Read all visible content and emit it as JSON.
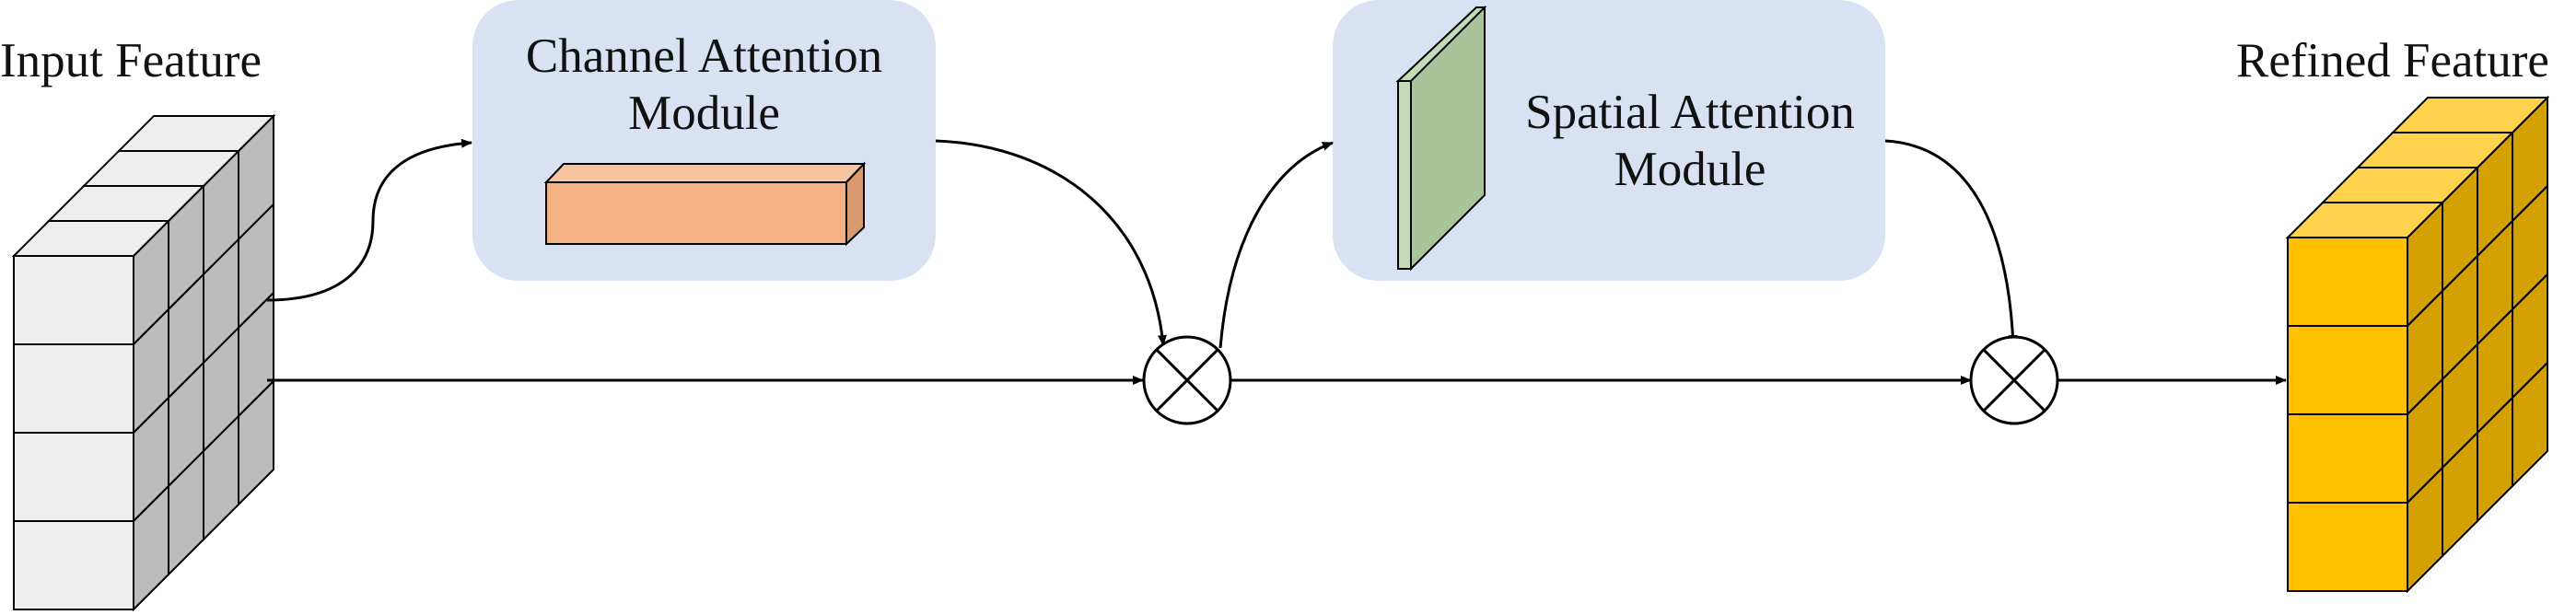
{
  "labels": {
    "input_feature": "Input Feature",
    "refined_feature": "Refined Feature",
    "channel_module": [
      "Channel Attention",
      "Module"
    ],
    "spatial_module": [
      "Spatial Attention",
      "Module"
    ]
  },
  "colors": {
    "module_bg": "#d9e2f3",
    "channel_block_front": "#f4b183",
    "channel_block_side": "#d89a6e",
    "spatial_plane_front": "#a9c49a",
    "spatial_plane_side": "#c5dbb8",
    "input_cube_front": "#eeeeee",
    "input_cube_side": "#bcbcbc",
    "refined_cube_front": "#ffc000",
    "refined_cube_side": "#d4a000",
    "refined_cube_top": "#ffd24d",
    "line": "#000000"
  },
  "icons": {
    "multiply_1": "circled-times-icon",
    "multiply_2": "circled-times-icon"
  }
}
